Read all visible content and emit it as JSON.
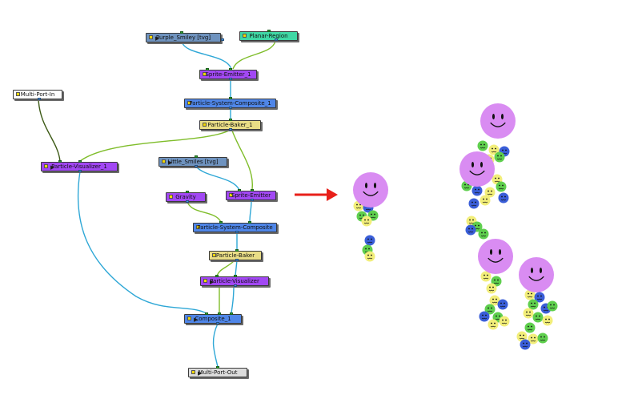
{
  "nodes": [
    {
      "key": "purple_smiley",
      "label": "Purple_Smiley  [tvg]",
      "kind": "blue",
      "play": true
    },
    {
      "key": "planar_region",
      "label": "Planar-Region",
      "kind": "teal",
      "play": false
    },
    {
      "key": "sprite_emitter_1",
      "label": "Sprite-Emitter_1",
      "kind": "purple",
      "play": false
    },
    {
      "key": "psc_1",
      "label": "Particle-System-Composite_1",
      "kind": "royal",
      "play": false
    },
    {
      "key": "baker_1",
      "label": "Particle-Baker_1",
      "kind": "tan",
      "play": false
    },
    {
      "key": "multi_port_in",
      "label": "Multi-Port-In",
      "kind": "white",
      "play": false
    },
    {
      "key": "visualizer_1",
      "label": "Particle-Visualizer_1",
      "kind": "purple",
      "play": true
    },
    {
      "key": "little_smiles",
      "label": "Little_Smiles  [tvg]",
      "kind": "blue",
      "play": true
    },
    {
      "key": "gravity",
      "label": "Gravity",
      "kind": "purple",
      "play": false
    },
    {
      "key": "sprite_emitter",
      "label": "Sprite-Emitter",
      "kind": "purple",
      "play": false
    },
    {
      "key": "psc",
      "label": "Particle-System-Composite",
      "kind": "royal",
      "play": false
    },
    {
      "key": "baker",
      "label": "Particle-Baker",
      "kind": "tan",
      "play": false
    },
    {
      "key": "visualizer",
      "label": "Particle-Visualizer",
      "kind": "purple",
      "play": true
    },
    {
      "key": "composite_1",
      "label": "Composite_1",
      "kind": "royal",
      "play": true
    },
    {
      "key": "multi_port_out",
      "label": "Multi-Port-Out",
      "kind": "gray",
      "play": true
    }
  ],
  "colors": {
    "cable_blue": "#2ea7d6",
    "cable_green": "#7fbd2a",
    "cable_dark": "#3d5a16",
    "arrow": "#e8201a",
    "big_smiley": "#d98cf2",
    "small_yellow": "#f2ee7a",
    "small_green": "#5fcf4e",
    "small_blue": "#3a5ed8"
  },
  "icons": {
    "node_marker": "yellow-square-icon",
    "node_play": "play-triangle-icon",
    "arrow": "right-arrow-icon",
    "particle_big": "purple-smiley-icon",
    "particle_small": "little-smiley-icon"
  }
}
